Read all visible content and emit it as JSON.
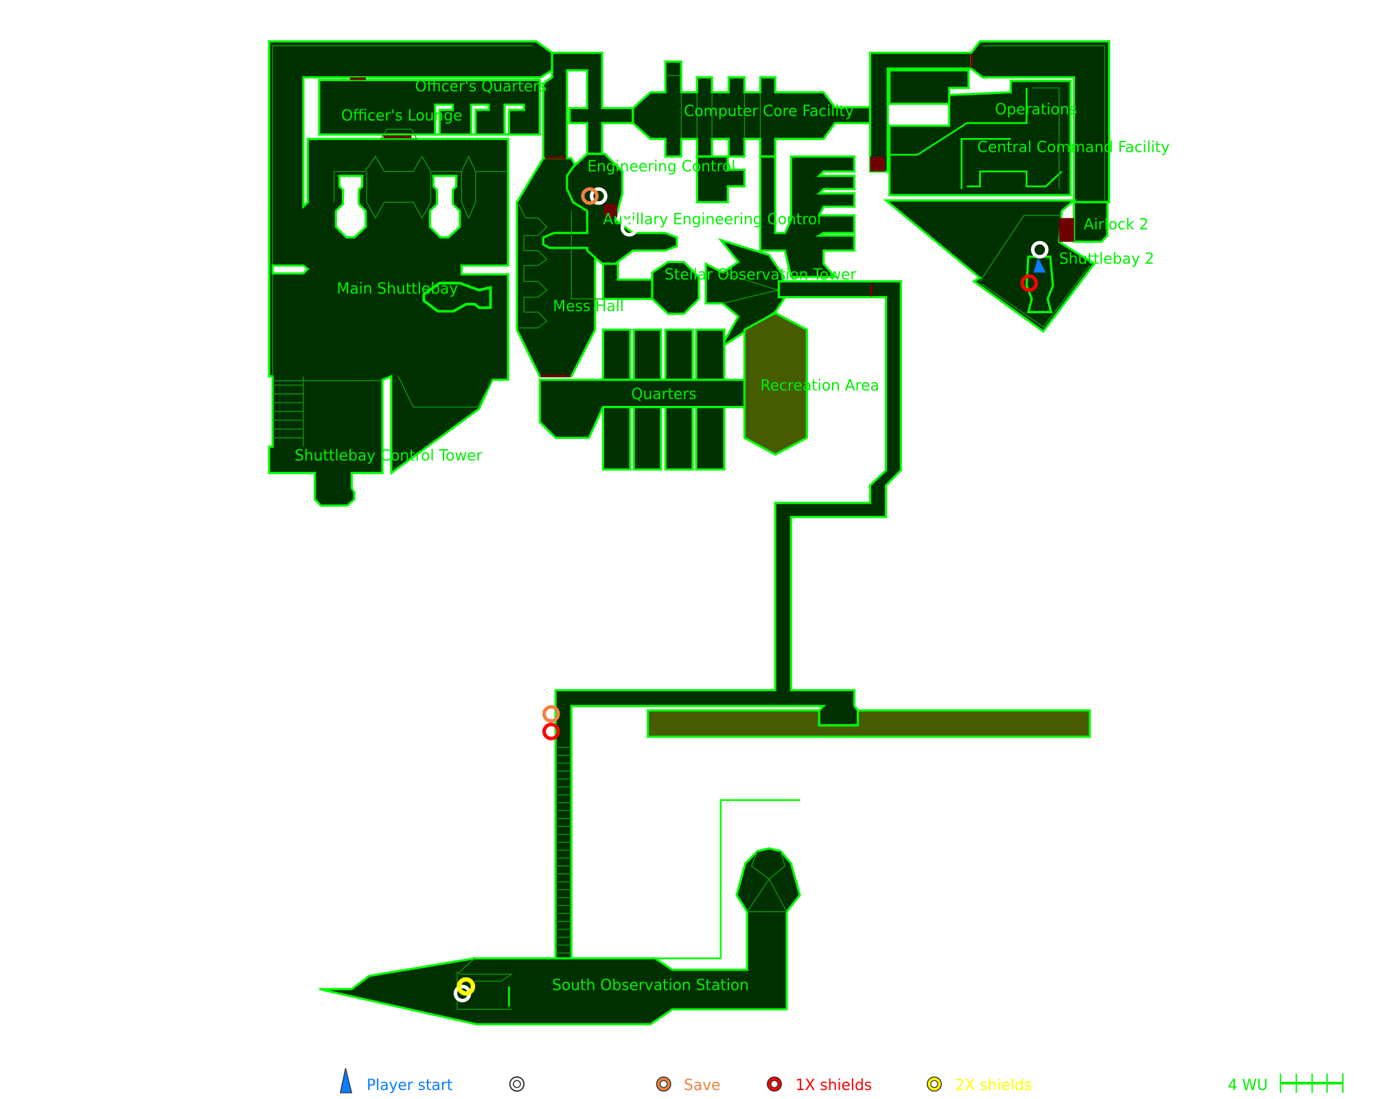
{
  "map": {
    "rooms": {
      "officers_quarters": "Officer's Quarters",
      "officers_lounge": "Officer's Lounge",
      "computer_core": "Computer Core Facility",
      "operations": "Operations",
      "central_command": "Central Command Facility",
      "engineering_control": "Engineering Control",
      "aux_engineering": "Auxillary Engineering Control",
      "airlock_2": "Airlock 2",
      "shuttlebay_2": "Shuttlebay 2",
      "stellar_tower": "Stellar Observation Tower",
      "main_shuttlebay": "Main Shuttlebay",
      "mess_hall": "Mess Hall",
      "recreation": "Recreation Area",
      "quarters": "Quarters",
      "shuttlebay_control": "Shuttlebay Control Tower",
      "south_station": "South Observation Station"
    },
    "markers": [
      {
        "type": "save"
      },
      {
        "type": "item"
      },
      {
        "type": "item"
      },
      {
        "type": "item"
      },
      {
        "type": "player_start"
      },
      {
        "type": "1x_shields"
      },
      {
        "type": "save"
      },
      {
        "type": "1x_shields"
      },
      {
        "type": "item"
      },
      {
        "type": "2x_shields"
      }
    ]
  },
  "legend": {
    "player_start": "Player start",
    "save": "Save",
    "shields_1x": "1X shields",
    "shields_2x": "2X shields",
    "scale": "4 WU"
  },
  "colors": {
    "room_fill": "#003000",
    "wall": "#00ff00",
    "liquid_area": "#475c00",
    "door": "#700000",
    "player_start": "#0a7cff",
    "save": "#f08040",
    "shields_1x": "#ff0000",
    "shields_2x": "#ffff00"
  }
}
